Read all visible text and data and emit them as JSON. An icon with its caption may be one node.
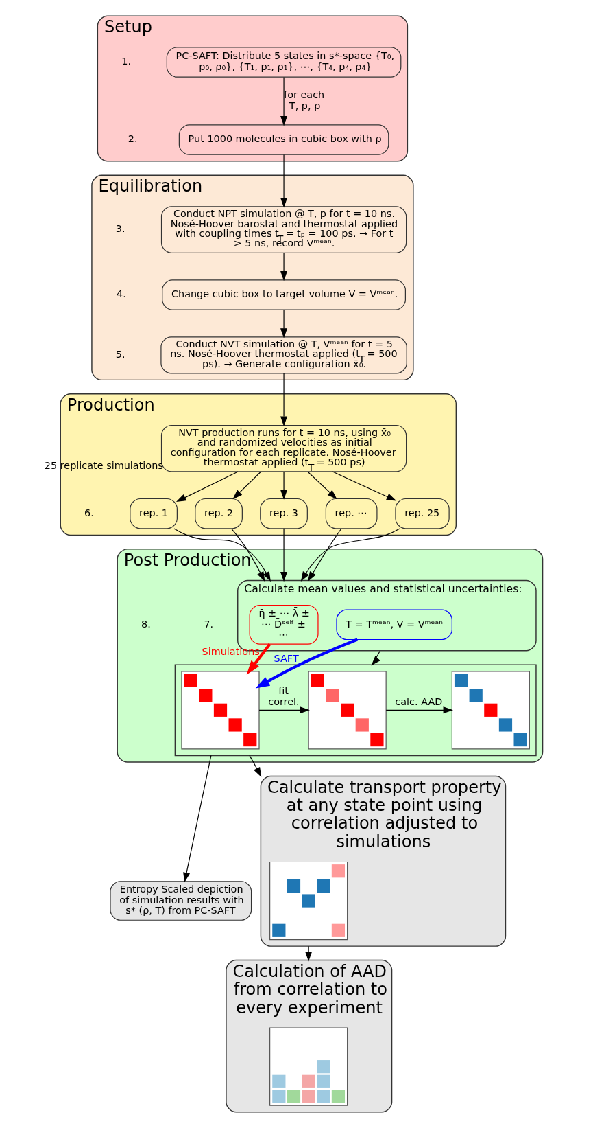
{
  "diagram": {
    "nodes": [
      {
        "text": [
          "Setup"
        ]
      },
      {
        "text": [
          "PC-SAFT: Distribute 5 states in s*-space {T₀, p₀, ρ₀}, {T₁, p₁, ρ₁}, ⋯, {T₄, p₄, ρ₄}"
        ],
        "in": 0
      },
      {
        "text": [
          "Put 1000 molecules in cubic box with ρ"
        ],
        "in": 0
      },
      {
        "text": [
          "Equilibration"
        ]
      },
      {
        "text": [
          "Conduct NPT simulation @ T, p for t = 10 ns. Nosé-Hoover barostat and thermostat applied with coupling times t$_{T}$ = tₚ = 100 ps. → For t > 5 ns, record Vᵐᵉᵃⁿ."
        ],
        "in": 3
      },
      {
        "text": [
          "Change cubic box to target volume V = Vᵐᵉᵃⁿ."
        ],
        "in": 3
      },
      {
        "text": [
          "Conduct NVT simulation @ T, Vᵐᵉᵃⁿ for t = 5 ns. Nosé-Hoover thermostat applied (t$_{T}$ = 500 ps). → Generate configuration x̄₀."
        ],
        "in": 3
      },
      {
        "text": [
          "Production"
        ]
      },
      {
        "text": [
          "NVT production runs for t = 10 ns, using x̄₀ and randomized velocities as initial configuration for each replicate. Nosé-Hoover thermostat applied (t$_{T}$ = 500 ps)"
        ],
        "beside": [
          "25 replicate simulations"
        ],
        "in": 7
      },
      {
        "text": [
          "rep. 1"
        ],
        "in": 7
      },
      {
        "text": [
          "rep. 2"
        ],
        "in": 7
      },
      {
        "text": [
          "rep. 3"
        ],
        "in": 7
      },
      {
        "text": [
          "rep. ⋯"
        ],
        "in": 7
      },
      {
        "text": [
          "rep. 25"
        ],
        "in": 7
      },
      {
        "text": [
          "Post Production"
        ]
      },
      {
        "text": [
          "Calculate mean values and statistical uncertainties:"
        ],
        "in": 14
      },
      {
        "text": [
          "T = Tᵐᵉᵃⁿ, V = Vᵐᵉᵃⁿ"
        ],
        "in": 15
      },
      {
        "text": [
          "η̄ ± ⋯ λ̄ ± ⋯ D̄ˢᵉˡᶠ ± ⋯"
        ],
        "in": 15
      },
      {
        "text": [],
        "shape": "box",
        "in": 14
      },
      {
        "text": [],
        "shape": "picture",
        "in": 18
      },
      {
        "text": [],
        "shape": "picture",
        "in": 18
      },
      {
        "text": [],
        "shape": "picture",
        "in": 18
      },
      {
        "text": [
          "Entropy Scaled depiction of simulation results with s* (ρ, T) from PC-SAFT"
        ]
      },
      {
        "text": [
          "Calculate transport property at any state point using correlation adjusted to simulations"
        ]
      },
      {
        "text": [],
        "shape": "picture",
        "in": 23
      },
      {
        "text": [
          "Calculation of AAD from correlation to every experiment"
        ]
      },
      {
        "text": [],
        "shape": "picture",
        "in": 25
      }
    ],
    "edges": [
      {
        "from": 1,
        "to": 2,
        "arrow": "to",
        "label": "for each T, p, ρ"
      },
      {
        "from": 2,
        "to": 4,
        "arrow": "to"
      },
      {
        "from": 4,
        "to": 5,
        "arrow": "to"
      },
      {
        "from": 5,
        "to": 6,
        "arrow": "to"
      },
      {
        "from": 6,
        "to": 8,
        "arrow": "to"
      },
      {
        "from": 8,
        "to": 9,
        "arrow": "to"
      },
      {
        "from": 8,
        "to": 10,
        "arrow": "to"
      },
      {
        "from": 8,
        "to": 11,
        "arrow": "to"
      },
      {
        "from": 8,
        "to": 12,
        "arrow": "to"
      },
      {
        "from": 8,
        "to": 13,
        "arrow": "to"
      },
      {
        "from": 9,
        "to": 15,
        "arrow": "to"
      },
      {
        "from": 10,
        "to": 15,
        "arrow": "to"
      },
      {
        "from": 11,
        "to": 15,
        "arrow": "to"
      },
      {
        "from": 12,
        "to": 15,
        "arrow": "to"
      },
      {
        "from": 13,
        "to": 15,
        "arrow": "to"
      },
      {
        "from": 15,
        "to": 18,
        "arrow": "to"
      },
      {
        "from": 16,
        "to": 19,
        "arrow": "to",
        "label": "SAFT",
        "style": "thick",
        "color": "#0000ff"
      },
      {
        "from": 17,
        "to": 19,
        "arrow": "to",
        "label": "Simulations",
        "style": "thick",
        "color": "#ff0000"
      },
      {
        "from": 19,
        "to": 20,
        "arrow": "to",
        "label": "fit correl."
      },
      {
        "from": 20,
        "to": 21,
        "arrow": "to",
        "label": "calc. AAD"
      },
      {
        "from": 18,
        "to": 22,
        "arrow": "to"
      },
      {
        "from": 18,
        "to": 23,
        "arrow": "to"
      },
      {
        "from": 23,
        "to": 25,
        "arrow": "to"
      }
    ],
    "labels": [
      "1.",
      "2.",
      "3.",
      "4.",
      "5.",
      "6.",
      "7.",
      "8."
    ]
  }
}
